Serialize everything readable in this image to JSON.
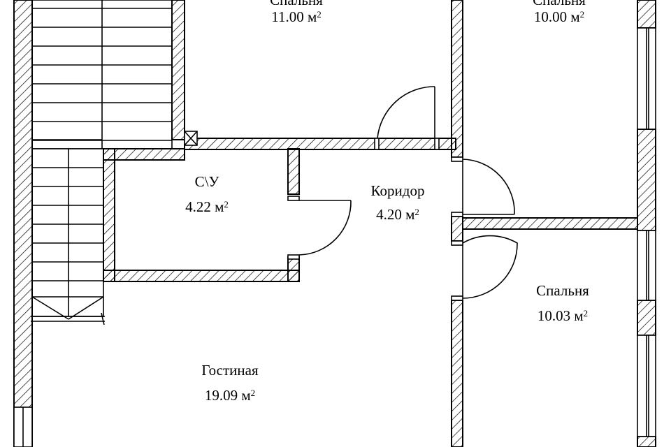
{
  "plan": {
    "unit": "м",
    "unit_exponent": "2",
    "rooms": [
      {
        "id": "bedroom-top",
        "name": "Спальня",
        "area": "11.00"
      },
      {
        "id": "bedroom-top-right",
        "name": "Спальня",
        "area": "10.00"
      },
      {
        "id": "bathroom",
        "name": "С\\У",
        "area": "4.22"
      },
      {
        "id": "corridor",
        "name": "Коридор",
        "area": "4.20"
      },
      {
        "id": "bedroom-right",
        "name": "Спальня",
        "area": "10.03"
      },
      {
        "id": "living-room",
        "name": "Гостиная",
        "area": "19.09"
      }
    ]
  }
}
